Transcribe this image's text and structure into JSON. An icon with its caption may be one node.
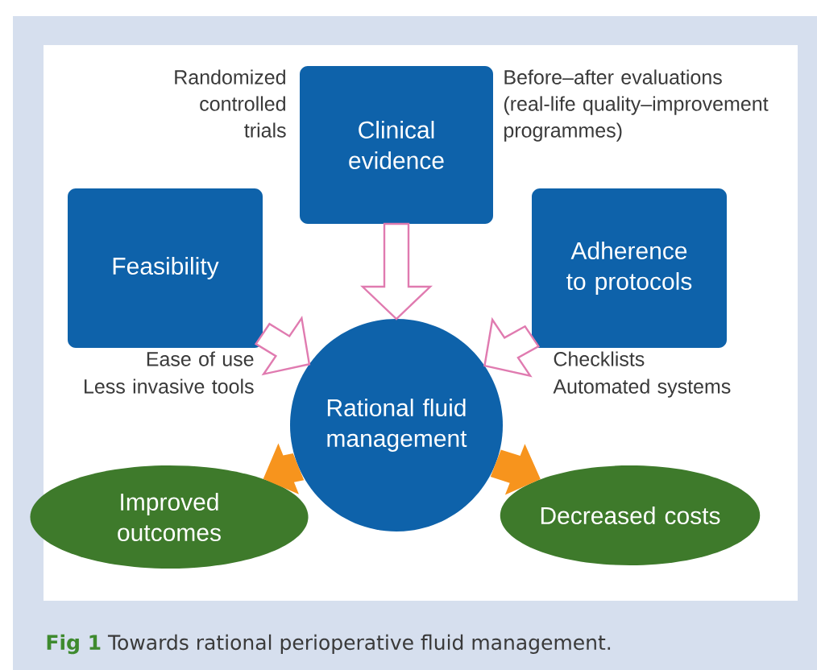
{
  "diagram": {
    "caption": "**Fig 1** Towards rational perioperative fluid management.",
    "nodes": [
      {
        "text": [
          "Clinical evidence"
        ],
        "beside": [
          "Randomized controlled trials",
          "Before–after evaluations (real-life quality–improvement programmes)"
        ]
      },
      {
        "text": [
          "Feasibility"
        ],
        "beside": [
          "Ease of use",
          "Less invasive tools"
        ]
      },
      {
        "text": [
          "Adherence to protocols"
        ],
        "beside": [
          "Checklists",
          "Automated systems"
        ]
      },
      {
        "text": [
          "Rational fluid management"
        ]
      },
      {
        "text": [
          "Improved outcomes"
        ]
      },
      {
        "text": [
          "Decreased costs"
        ]
      }
    ],
    "edges": [
      {
        "from": 0,
        "to": 3,
        "arrow": "to"
      },
      {
        "from": 1,
        "to": 3,
        "arrow": "to"
      },
      {
        "from": 2,
        "to": 3,
        "arrow": "to"
      },
      {
        "from": 3,
        "to": 4,
        "arrow": "to",
        "color": "#f7941d"
      },
      {
        "from": 3,
        "to": 5,
        "arrow": "to",
        "color": "#f7941d"
      }
    ]
  }
}
